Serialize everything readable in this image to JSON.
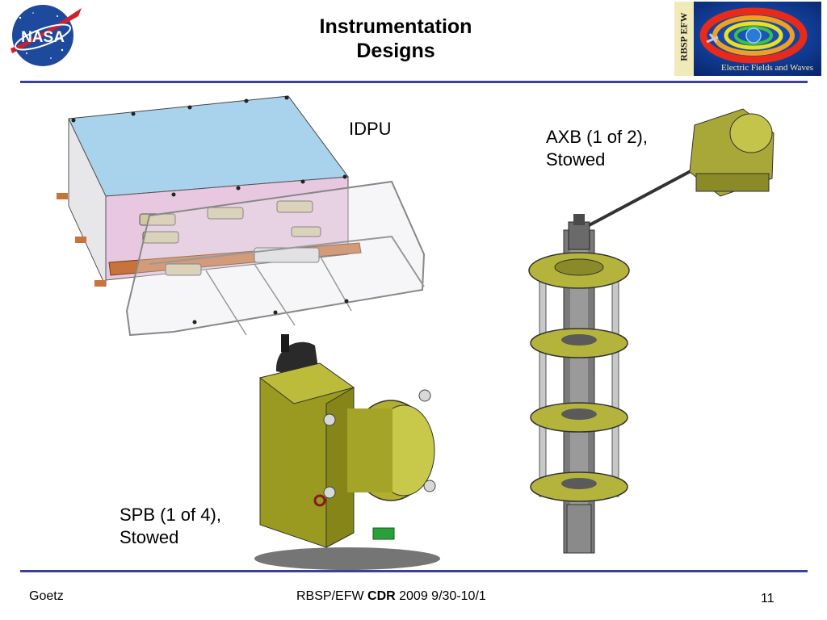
{
  "header": {
    "title_line1": "Instrumentation",
    "title_line2": "Designs",
    "logo_left_text": "NASA",
    "logo_right_side_text": "RBSP EFW",
    "logo_right_caption": "Electric Fields and Waves"
  },
  "labels": {
    "idpu": "IDPU",
    "axb_line1": "AXB (1 of 2),",
    "axb_line2": "Stowed",
    "spb_line1": "SPB (1 of 4),",
    "spb_line2": "Stowed"
  },
  "footer": {
    "author": "Goetz",
    "center_prefix": "RBSP/EFW ",
    "center_bold": "CDR",
    "center_suffix": " 2009 9/30-10/1",
    "page_number": "11"
  },
  "colors": {
    "rule": "#3b3fa0",
    "nasa_blue": "#1e4a9e",
    "nasa_red": "#d0202a",
    "idpu_top": "#a9d3ec",
    "idpu_pink": "#e8c8e0",
    "copper": "#c8733c",
    "olive": "#9a9a20",
    "olive_light": "#bcbc3a"
  }
}
